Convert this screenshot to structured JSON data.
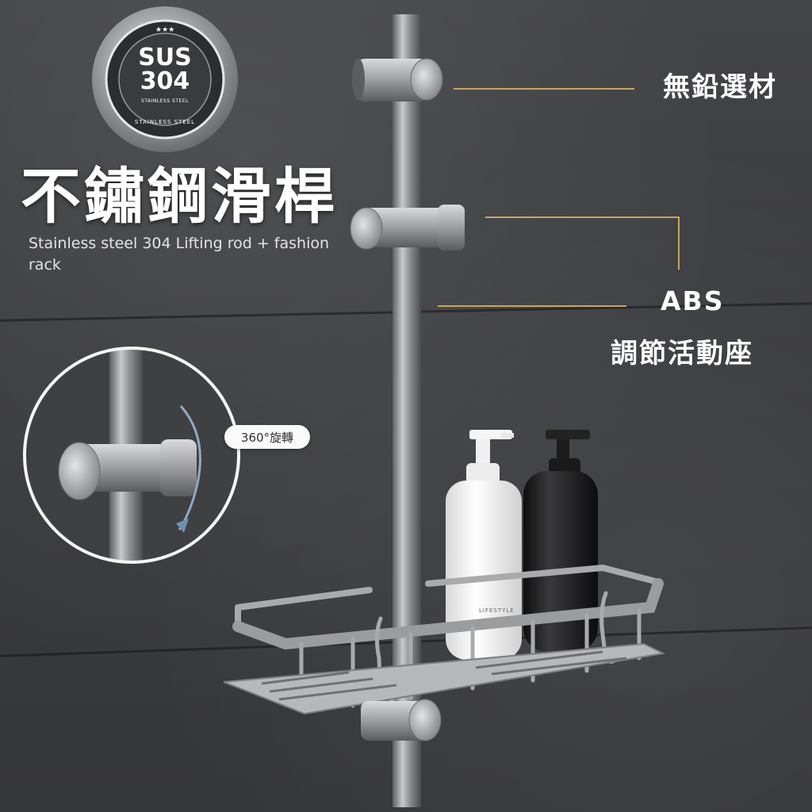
{
  "badge": {
    "line1": "SUS",
    "line2": "304",
    "inner_text": "STAINLESS STEEL",
    "ring_text": "STAINLESS STEEL"
  },
  "title": "不鏽鋼滑桿",
  "subtitle": "Stainless steel 304 Lifting rod + fashion rack",
  "callouts": {
    "top": "無鉛選材",
    "middle_line1": "ABS",
    "middle_line2": "調節活動座"
  },
  "inset": {
    "rotate_label": "360°旋轉"
  },
  "product": {
    "basket_mark": "LIFESTYLE"
  },
  "colors": {
    "background": "#3a3b3d",
    "callout_line": "#c9a55a",
    "steel": "#a9aaac",
    "white_bottle": "#f1f1f1",
    "black_bottle": "#1b1b1c"
  }
}
